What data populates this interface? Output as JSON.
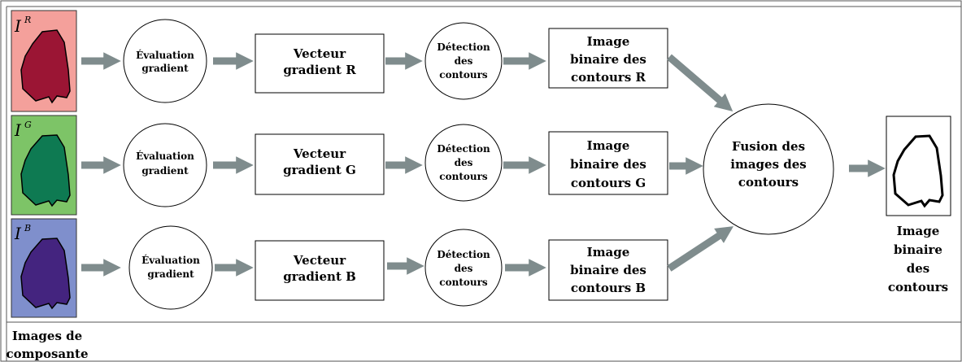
{
  "colors": {
    "arrow": "#7f8c8d",
    "red_panel": "#f4a09b",
    "red_shape": "#9b1534",
    "green_panel": "#7dc467",
    "green_shape": "#0e7a52",
    "blue_panel": "#7f8fcc",
    "blue_shape": "#44247f"
  },
  "rows": [
    {
      "component_label": "I",
      "component_sup": "R",
      "eval_line1": "Évaluation",
      "eval_line2": "gradient",
      "vector_line1": "Vecteur",
      "vector_line2": "gradient R",
      "detect_line1": "Détection",
      "detect_line2": "des",
      "detect_line3": "contours",
      "binary_line1": "Image",
      "binary_line2": "binaire des",
      "binary_line3": "contours R"
    },
    {
      "component_label": "I",
      "component_sup": "G",
      "eval_line1": "Évaluation",
      "eval_line2": "gradient",
      "vector_line1": "Vecteur",
      "vector_line2": "gradient G",
      "detect_line1": "Détection",
      "detect_line2": "des",
      "detect_line3": "contours",
      "binary_line1": "Image",
      "binary_line2": "binaire des",
      "binary_line3": "contours G"
    },
    {
      "component_label": "I",
      "component_sup": "B",
      "eval_line1": "Évaluation",
      "eval_line2": "gradient",
      "vector_line1": "Vecteur",
      "vector_line2": "gradient B",
      "detect_line1": "Détection",
      "detect_line2": "des",
      "detect_line3": "contours",
      "binary_line1": "Image",
      "binary_line2": "binaire des",
      "binary_line3": "contours B"
    }
  ],
  "fusion": {
    "line1": "Fusion des",
    "line2": "images des",
    "line3": "contours"
  },
  "output": {
    "line1": "Image",
    "line2": "binaire",
    "line3": "des",
    "line4": "contours"
  },
  "components_caption": {
    "line1": "Images de",
    "line2": "composante"
  }
}
